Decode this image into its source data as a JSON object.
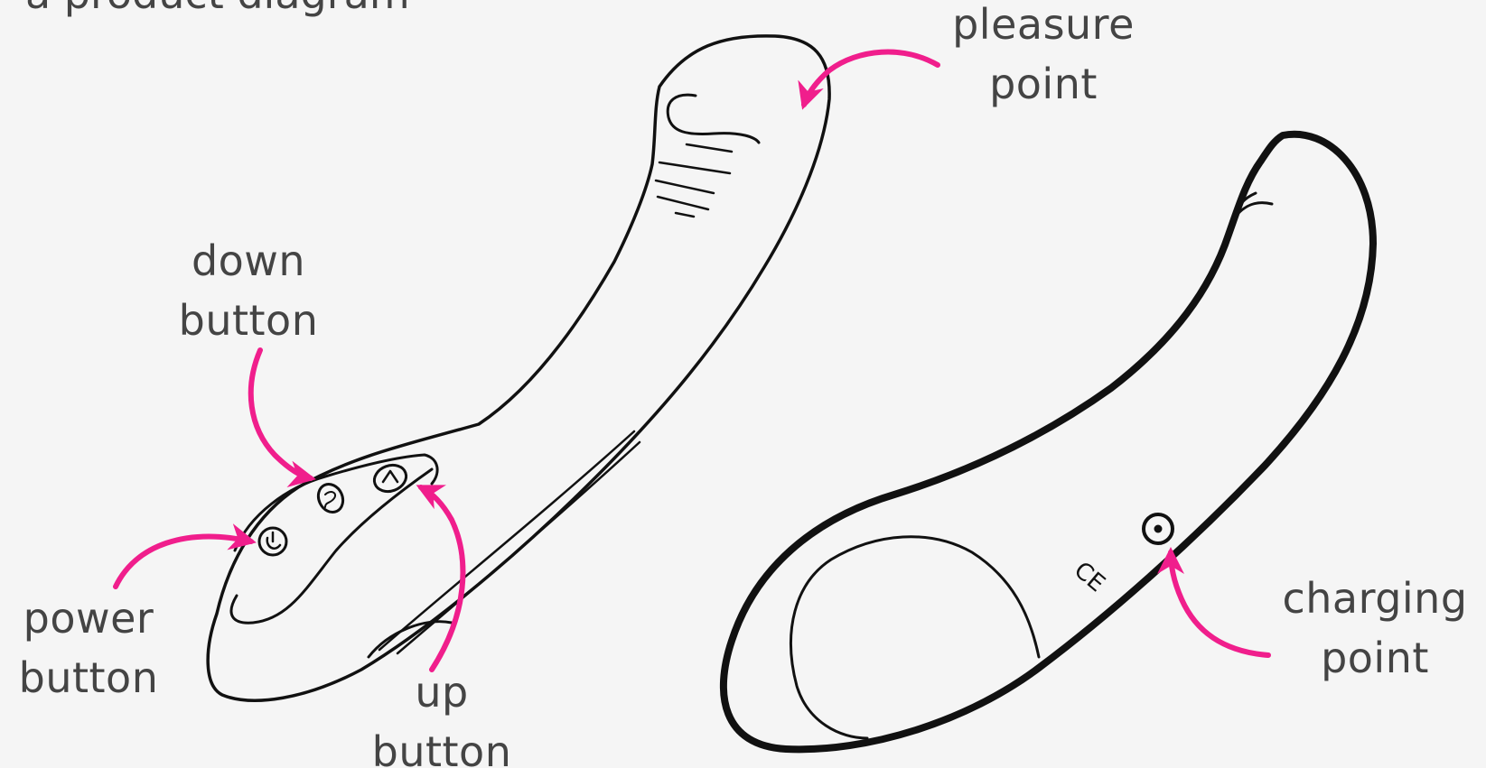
{
  "colors": {
    "background": "#f5f5f5",
    "outline": "#111111",
    "arrow": "#f01e8c",
    "text": "#444444"
  },
  "header_fragment": "a product diagram",
  "labels": {
    "pleasure_point": [
      "pleasure",
      "point"
    ],
    "down_button": [
      "down",
      "button"
    ],
    "power_button": [
      "power",
      "button"
    ],
    "up_button": [
      "up",
      "button"
    ],
    "charging_point": [
      "charging",
      "point"
    ]
  },
  "icons": {
    "power": "power-icon",
    "down": "down-icon",
    "up": "up-icon",
    "ce_mark": "CE",
    "charging": "charging-port-icon"
  }
}
